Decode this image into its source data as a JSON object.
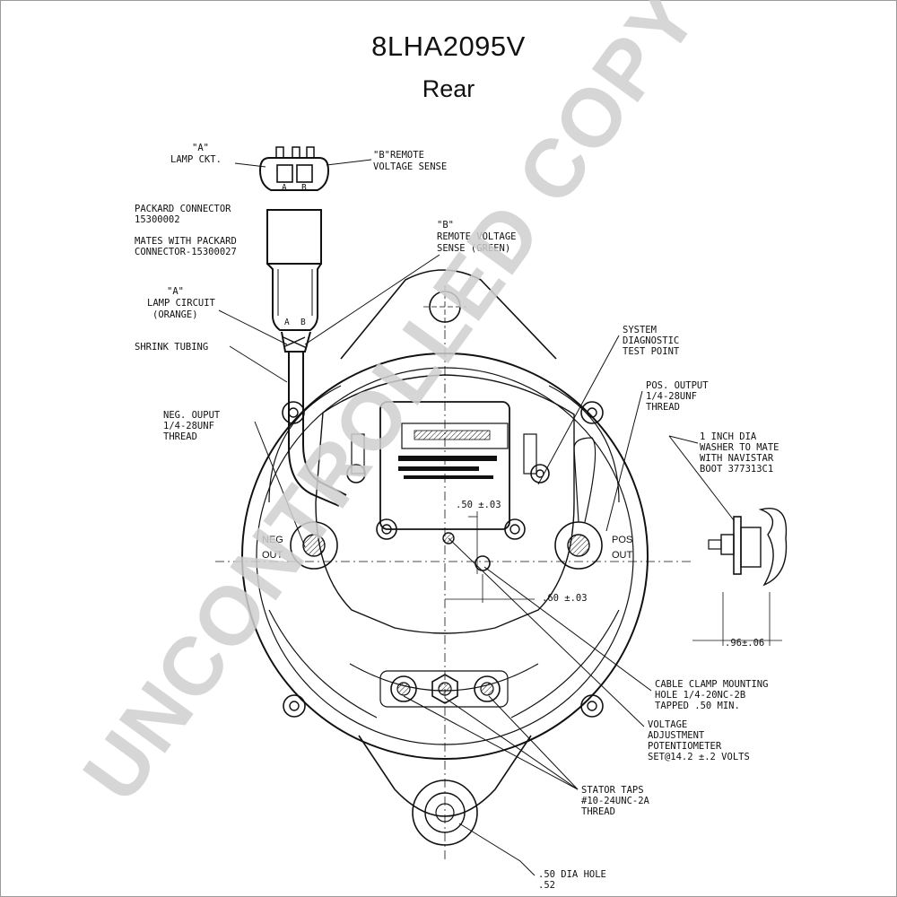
{
  "header": {
    "model": "8LHA2095V",
    "view": "Rear"
  },
  "watermark": "UNCONTROLLED COPY",
  "connector": {
    "pin_a": "A",
    "pin_b": "B",
    "plug_pin_a": "A",
    "plug_pin_b": "B",
    "label_a": [
      "\"A\"",
      "LAMP CKT."
    ],
    "label_b": [
      "\"B\"REMOTE",
      "VOLTAGE SENSE"
    ]
  },
  "callouts": {
    "packard": [
      "PACKARD CONNECTOR",
      "15300002"
    ],
    "mates": [
      "MATES WITH PACKARD",
      "CONNECTOR-15300027"
    ],
    "remote_sense": [
      "\"B\"",
      "REMOTE VOLTAGE",
      "SENSE (GREEN)"
    ],
    "lamp_circuit": [
      "\"A\"",
      "LAMP CIRCUIT",
      "(ORANGE)"
    ],
    "shrink": "SHRINK TUBING",
    "neg_output": [
      "NEG. OUPUT",
      "1/4-28UNF",
      "THREAD"
    ],
    "diag": [
      "SYSTEM",
      "DIAGNOSTIC",
      "TEST POINT"
    ],
    "pos_output": [
      "POS. OUTPUT",
      "1/4-28UNF",
      "THREAD"
    ],
    "washer": [
      "1 INCH DIA",
      "WASHER TO MATE",
      "WITH NAVISTAR",
      "BOOT 377313C1"
    ],
    "cable_clamp": [
      "CABLE CLAMP MOUNTING",
      "HOLE 1/4-20NC-2B",
      "TAPPED .50 MIN."
    ],
    "voltage_adj": [
      "VOLTAGE",
      "ADJUSTMENT",
      "POTENTIOMETER",
      "SET@14.2 ±.2 VOLTS"
    ],
    "stator": [
      "STATOR TAPS",
      "#10-24UNC-2A",
      "THREAD"
    ],
    "hole": [
      ".50 DIA HOLE",
      ".52"
    ]
  },
  "terminals": {
    "neg": [
      "NEG",
      "OUT"
    ],
    "pos": [
      "POS",
      "OUT"
    ]
  },
  "dimensions": {
    "vertical": ".50 ±.03",
    "horizontal": ".60 ±.03",
    "washer_offset": ".96±.06"
  },
  "colors": {
    "line": "#111111",
    "watermark": "#d0d0d0",
    "frame": "#9a9a9a"
  }
}
